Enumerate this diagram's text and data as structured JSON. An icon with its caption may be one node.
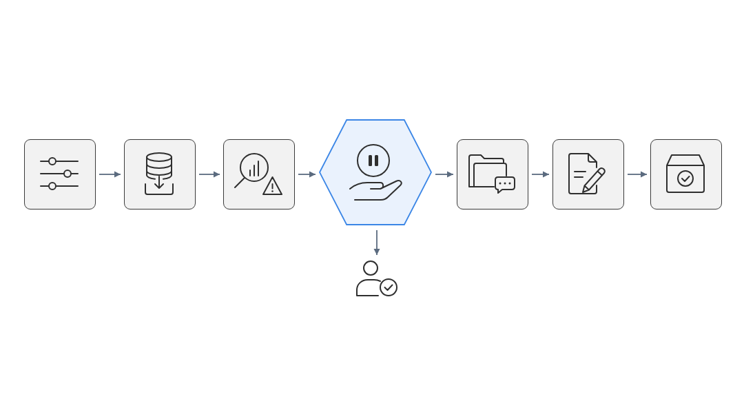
{
  "diagram": {
    "nodes": [
      {
        "text": [],
        "shape": "box"
      },
      {
        "text": [],
        "shape": "box"
      },
      {
        "text": [],
        "shape": "box"
      },
      {
        "text": [],
        "shape": "hexagon"
      },
      {
        "text": [],
        "shape": "box"
      },
      {
        "text": [],
        "shape": "box"
      },
      {
        "text": [],
        "shape": "box"
      },
      {
        "text": [],
        "shape": "person"
      }
    ],
    "edges": [
      {
        "from": 0,
        "to": 1,
        "arrow": "to"
      },
      {
        "from": 1,
        "to": 2,
        "arrow": "to"
      },
      {
        "from": 2,
        "to": 3,
        "arrow": "to"
      },
      {
        "from": 3,
        "to": 4,
        "arrow": "to"
      },
      {
        "from": 4,
        "to": 5,
        "arrow": "to"
      },
      {
        "from": 5,
        "to": 6,
        "arrow": "to"
      },
      {
        "from": 3,
        "to": 7,
        "arrow": "to"
      }
    ]
  }
}
